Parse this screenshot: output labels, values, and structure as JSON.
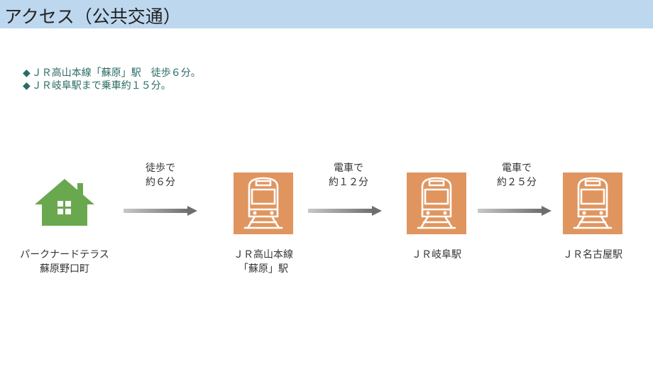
{
  "header": {
    "title": "アクセス（公共交通）"
  },
  "info": {
    "bullet": "◆",
    "lines": [
      "ＪＲ高山本線「蘇原」駅　徒歩６分。",
      "ＪＲ岐阜駅まで乗車約１５分。"
    ]
  },
  "route": {
    "start": {
      "icon": "house-icon",
      "name_line1": "パークナードテラス",
      "name_line2": "蘇原野口町"
    },
    "legs": [
      {
        "mode": "徒歩で",
        "time": "約６分"
      },
      {
        "mode": "電車で",
        "time": "約１２分"
      },
      {
        "mode": "電車で",
        "time": "約２５分"
      }
    ],
    "stations": [
      {
        "icon": "train-icon",
        "name_line1": "ＪＲ高山本線",
        "name_line2": "「蘇原」駅"
      },
      {
        "icon": "train-icon",
        "name_line1": "ＪＲ岐阜駅",
        "name_line2": ""
      },
      {
        "icon": "train-icon",
        "name_line1": "ＪＲ名古屋駅",
        "name_line2": ""
      }
    ]
  },
  "colors": {
    "header_bg": "#bdd7ee",
    "info_text": "#2a6b63",
    "house": "#6aa84f",
    "train_box": "#e0955f",
    "arrow": "#808080"
  }
}
